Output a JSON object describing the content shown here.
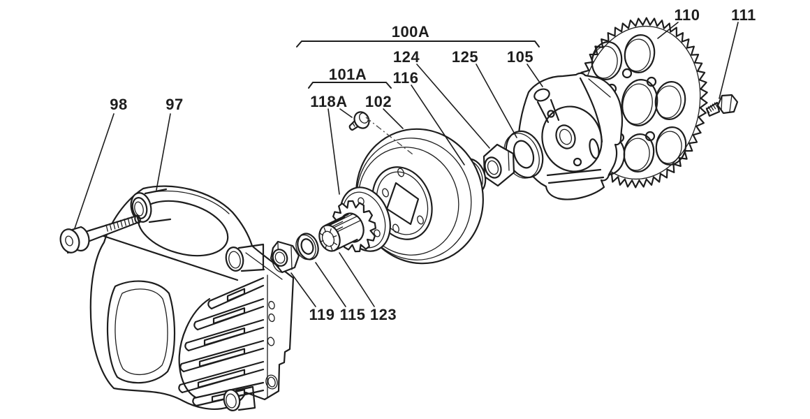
{
  "figure": {
    "type": "exploded-parts-diagram",
    "background": "#ffffff",
    "ink": "#1d1d1d",
    "callouts": {
      "97": "97",
      "98": "98",
      "100A": "100A",
      "101A": "101A",
      "102": "102",
      "105": "105",
      "110": "110",
      "111": "111",
      "115": "115",
      "116": "116",
      "118A": "118A",
      "119": "119",
      "123": "123",
      "124": "124",
      "125": "125"
    }
  }
}
